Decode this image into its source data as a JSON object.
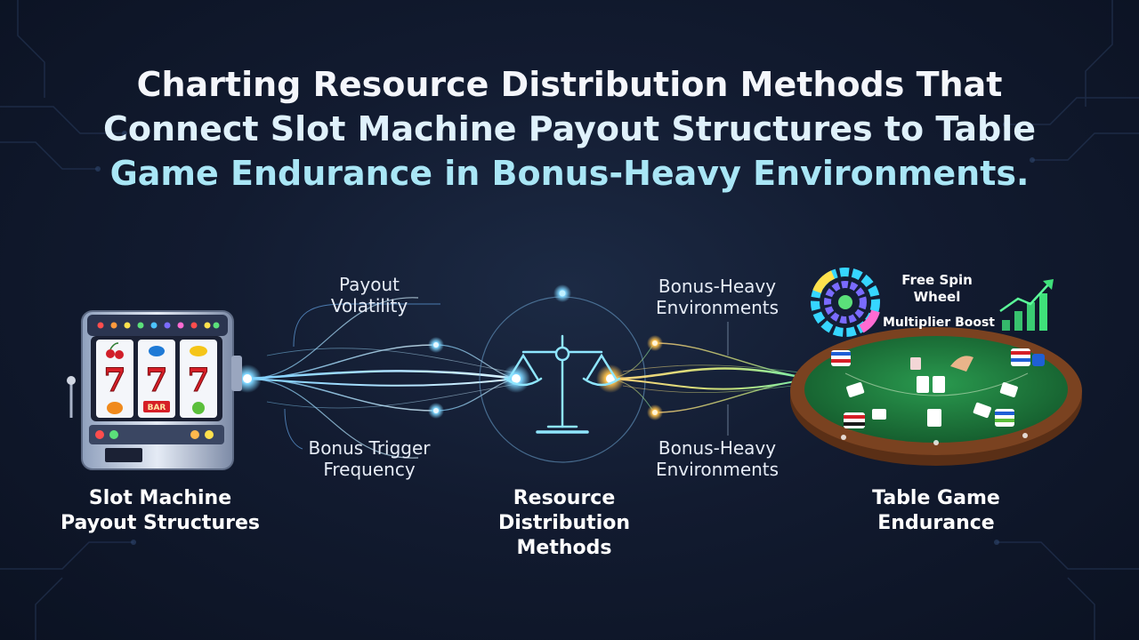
{
  "title": {
    "line1": "Charting Resource Distribution Methods That",
    "line2": "Connect Slot Machine Payout Structures to Table",
    "line3": "Game Endurance in Bonus-Heavy Environments."
  },
  "branches": {
    "left_top": [
      "Payout",
      "Volatility"
    ],
    "left_bottom": [
      "Bonus Trigger",
      "Frequency"
    ],
    "right_top": [
      "Bonus-Heavy",
      "Environments"
    ],
    "right_bottom": [
      "Bonus-Heavy",
      "Environments"
    ]
  },
  "nodes": {
    "slot": [
      "Slot Machine",
      "Payout Structures"
    ],
    "resource": [
      "Resource",
      "Distribution",
      "Methods"
    ],
    "table": [
      "Table Game",
      "Endurance"
    ]
  },
  "features": {
    "free_spin": [
      "Free Spin",
      "Wheel"
    ],
    "multiplier": "Multiplier Boost"
  },
  "slot_machine": {
    "reels": [
      "7",
      "7",
      "7"
    ],
    "bar_symbol": "BAR"
  },
  "colors": {
    "background": "#121b30",
    "flow_left": "#4fb3ff",
    "flow_right": "#f5b53d",
    "scale_glow": "#7fe3ff",
    "table_felt": "#1f7a3e",
    "table_rail": "#6b3a1f",
    "growth_green": "#3fe07a"
  }
}
